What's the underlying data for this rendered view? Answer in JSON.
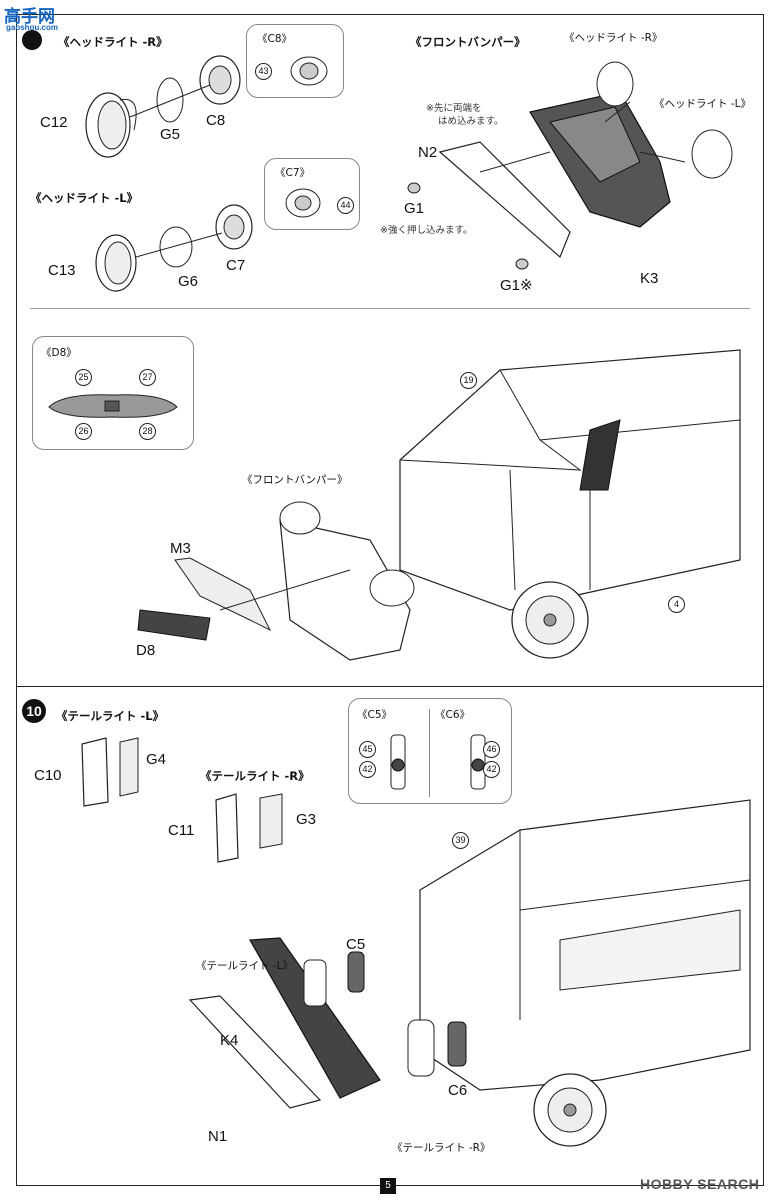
{
  "watermark": {
    "brand": "高手网",
    "url": "gaoshou.com"
  },
  "step9": {
    "headlight_r_title": "《ヘッドライト -R》",
    "headlight_l_title": "《ヘッドライト -L》",
    "front_bumper_title": "《フロントバンパー》",
    "c8_inset": "《C8》",
    "c7_inset": "《C7》",
    "c8_marker": "43",
    "c7_marker": "44",
    "parts_r": [
      "C12",
      "G5",
      "C8"
    ],
    "parts_l": [
      "C13",
      "G6",
      "C7"
    ],
    "bumper_hl_r": "《ヘッドライト -R》",
    "bumper_hl_l": "《ヘッドライト -L》",
    "note_1_line1": "※先に両端を",
    "note_1_line2": "はめ込みます。",
    "note_2": "※強く押し込みます。",
    "label_n2": "N2",
    "label_g1": "G1",
    "label_g1b": "G1※",
    "label_k3": "K3"
  },
  "step9_lower": {
    "d8_inset": "《D8》",
    "d8_markers": [
      "25",
      "27",
      "26",
      "28"
    ],
    "marker_19": "19",
    "marker_4": "4",
    "bumper_label": "《フロントバンパー》",
    "label_m3": "M3",
    "label_d8": "D8"
  },
  "step10": {
    "number": "10",
    "taillight_l_title": "《テールライト -L》",
    "taillight_r_title": "《テールライト -R》",
    "parts_l": [
      "C10",
      "G4"
    ],
    "parts_r": [
      "C11",
      "G3"
    ],
    "c5_inset": "《C5》",
    "c6_inset": "《C6》",
    "c5_markers": [
      "45",
      "42"
    ],
    "c6_markers": [
      "46",
      "42"
    ],
    "marker_39": "39",
    "label_c5": "C5",
    "label_c6": "C6",
    "label_k4": "K4",
    "label_n1": "N1",
    "tl_l_small": "《テールライト -L》",
    "tl_r_small": "《テールライト -R》"
  },
  "footer": {
    "page_number": "5",
    "hobbysearch": "HOBBY SEARCH"
  }
}
